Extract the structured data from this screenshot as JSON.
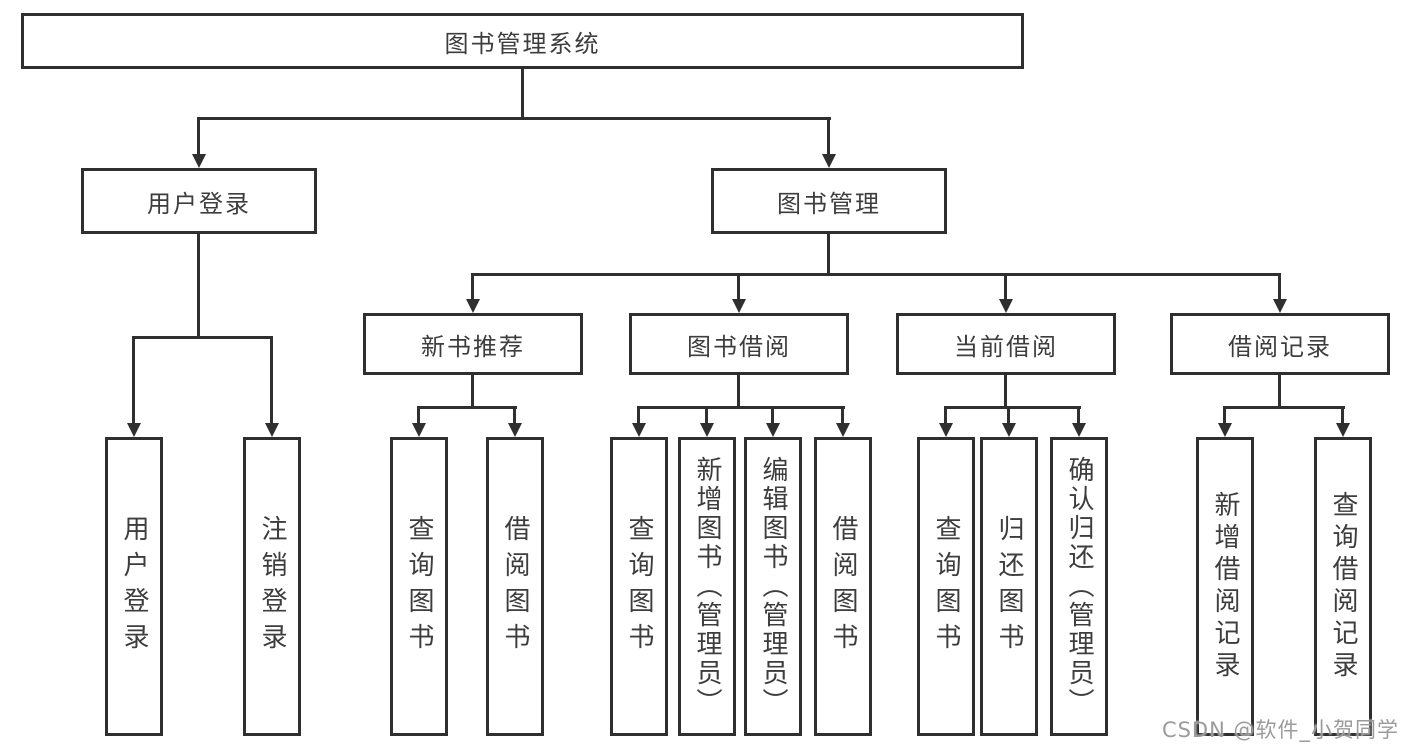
{
  "colors": {
    "background": "#ffffff",
    "line": "#2f2f2f",
    "node_border": "#2f2f2f",
    "node_text": "#3d3d3d",
    "watermark": "#969696"
  },
  "diagram": {
    "root": {
      "label": "图书管理系统"
    },
    "level2": [
      {
        "label": "用户登录"
      },
      {
        "label": "图书管理"
      }
    ],
    "level3": [
      {
        "label": "新书推荐"
      },
      {
        "label": "图书借阅"
      },
      {
        "label": "当前借阅"
      },
      {
        "label": "借阅记录"
      }
    ],
    "leaves": [
      {
        "label": "用户登录"
      },
      {
        "label": "注销登录"
      },
      {
        "label": "查询图书"
      },
      {
        "label": "借阅图书"
      },
      {
        "label": "查询图书"
      },
      {
        "label": "新增图书（管理员）"
      },
      {
        "label": "编辑图书（管理员）"
      },
      {
        "label": "借阅图书"
      },
      {
        "label": "查询图书"
      },
      {
        "label": "归还图书"
      },
      {
        "label": "确认归还（管理员）"
      },
      {
        "label": "新增借阅记录"
      },
      {
        "label": "查询借阅记录"
      }
    ]
  },
  "watermark": {
    "text": "CSDN @软件_小贺同学"
  }
}
